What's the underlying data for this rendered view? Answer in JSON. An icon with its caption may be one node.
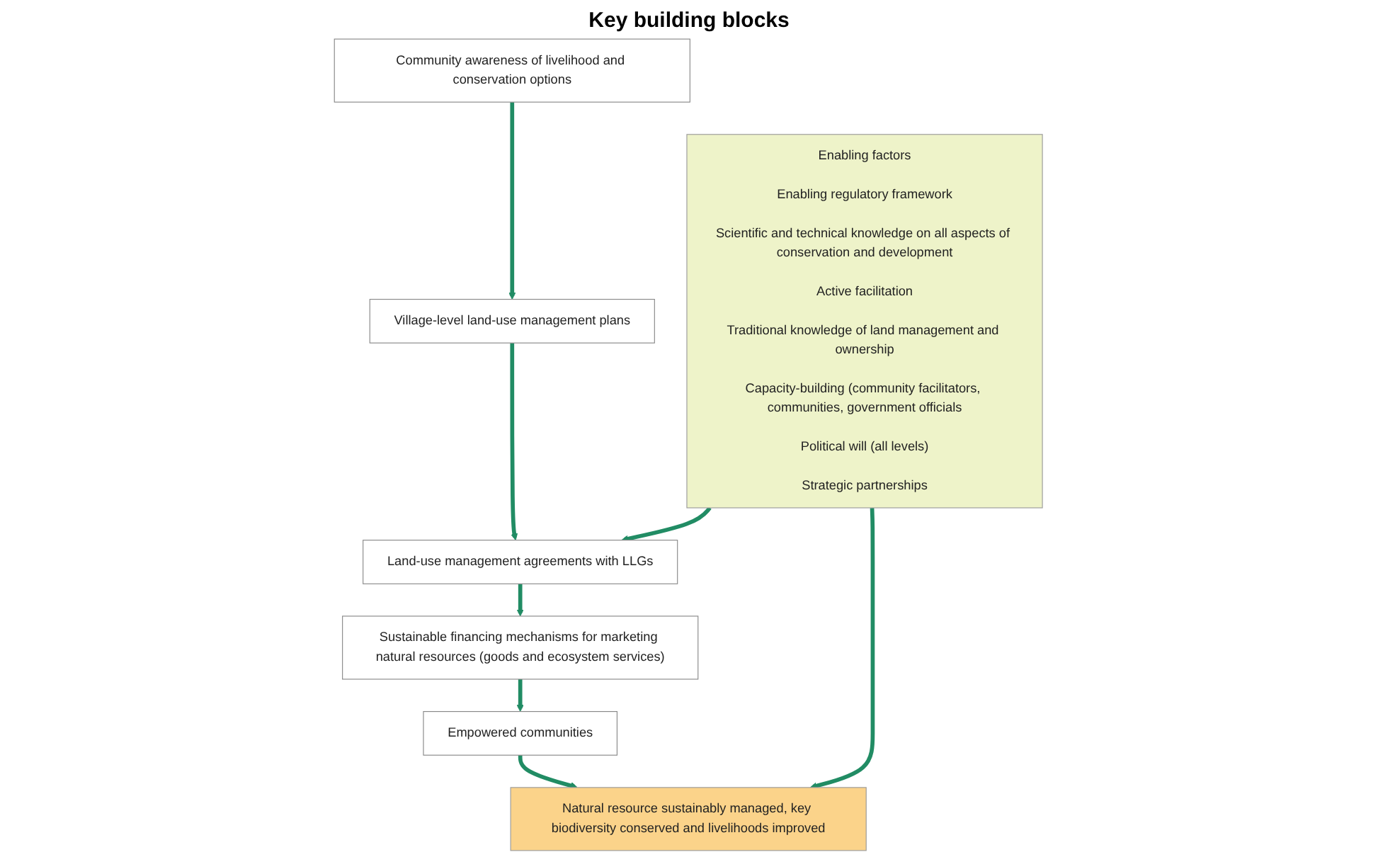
{
  "diagram": {
    "nodes": [
      {
        "text": [
          "Community awareness of livelihood and conservation options"
        ]
      },
      {
        "text": [
          "Village-level land-use management plans"
        ]
      },
      {
        "text": [
          "Land-use management agreements with LLGs"
        ]
      },
      {
        "text": [
          "Sustainable financing mechanisms for marketing natural resources (goods and ecosystem services)"
        ]
      },
      {
        "text": [
          "Empowered communities"
        ]
      },
      {
        "text": [
          "Enabling factors",
          "Enabling regulatory framework",
          "Scientific and technical knowledge on all aspects of conservation and development",
          "Active facilitation",
          "Traditional knowledge of land management and ownership",
          "Capacity-building (community facilitators, communities, government officials",
          "Political will (all levels)",
          "Strategic partnerships"
        ]
      },
      {
        "text": [
          "Natural resource sustainably managed, key biodiversity conserved and livelihoods improved"
        ]
      }
    ],
    "edges": [
      {
        "from": 0,
        "to": 1,
        "arrow": "to"
      },
      {
        "from": 1,
        "to": 2,
        "arrow": "to"
      },
      {
        "from": 2,
        "to": 3,
        "arrow": "to"
      },
      {
        "from": 3,
        "to": 4,
        "arrow": "to"
      },
      {
        "from": 5,
        "to": 2,
        "arrow": "to"
      },
      {
        "from": 4,
        "to": 6,
        "arrow": "to"
      },
      {
        "from": 5,
        "to": 6,
        "arrow": "to"
      }
    ],
    "labels": [
      "Key building blocks"
    ]
  }
}
